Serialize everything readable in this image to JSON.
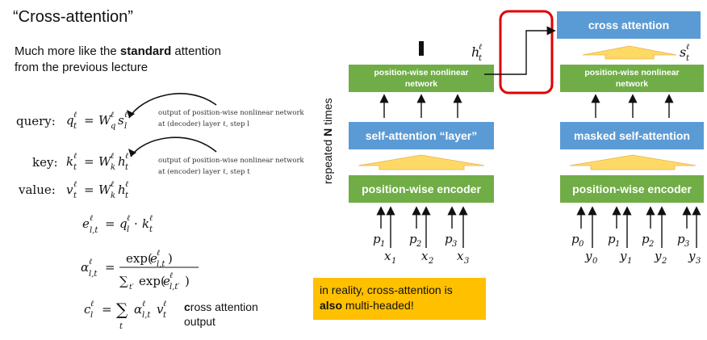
{
  "title": "“Cross-attention”",
  "subtitle": {
    "line1_pre": "Much more like the ",
    "line1_bold": "standard",
    "line1_post": " attention",
    "line2": "from the previous lecture"
  },
  "equations": {
    "query_label": "query:",
    "query_note_line1": "output of position-wise nonlinear network",
    "query_note_line2": "at (decoder) layer ℓ, step l",
    "key_label": "key:",
    "key_note_line1": "output of position-wise nonlinear network",
    "key_note_line2": "at (encoder) layer ℓ, step t",
    "value_label": "value:"
  },
  "cross_output": {
    "bold_letter": "c",
    "line1_rest": "ross attention",
    "line2": "output"
  },
  "encoder": {
    "side_label_pre": "repeated ",
    "side_label_bold": "N",
    "side_label_post": " times",
    "nonlinear_label": "position-wise nonlinear network",
    "self_attention_label": "self-attention “layer”",
    "position_encoder_label": "position-wise encoder"
  },
  "decoder": {
    "cross_attention_label": "cross attention",
    "nonlinear_label": "position-wise nonlinear network",
    "masked_label": "masked self-attention",
    "position_encoder_label": "position-wise encoder"
  },
  "note": {
    "line1": "in reality, cross-attention is",
    "line2_bold": "also",
    "line2_rest": " multi-headed!"
  },
  "colors": {
    "green": "#70ad47",
    "blue": "#5b9bd5",
    "orange": "#ffc000",
    "highlight": "#e00000"
  }
}
